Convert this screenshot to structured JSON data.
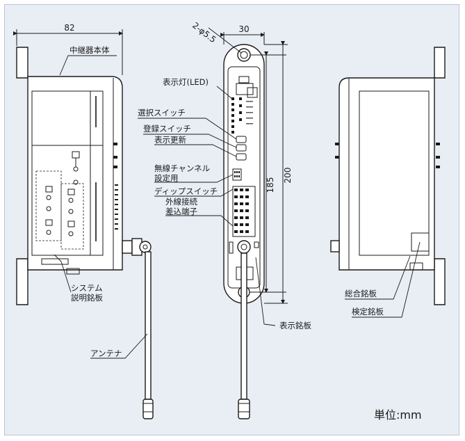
{
  "dimensions": {
    "width_82": "82",
    "width_30": "30",
    "hole": "2-φ5.5",
    "height_185": "185",
    "height_200": "200"
  },
  "labels": {
    "main_body": "中継器本体",
    "indicator": "表示灯(LED)",
    "select_switch": "選択スイッチ",
    "register_switch": "登録スイッチ",
    "display_update": "表示更新",
    "wireless_channel_1": "無線チャンネル",
    "wireless_channel_2": "設定用",
    "dip_switch": "ディップスイッチ",
    "ext_wiring_1": "外線接続",
    "ext_wiring_2": "差込端子",
    "system_plate_1": "システム",
    "system_plate_2": "説明銘板",
    "antenna": "アンテナ",
    "display_plate": "表示銘板",
    "general_plate": "総合銘板",
    "certification_plate": "検定銘板"
  },
  "unit_label": "単位:mm"
}
